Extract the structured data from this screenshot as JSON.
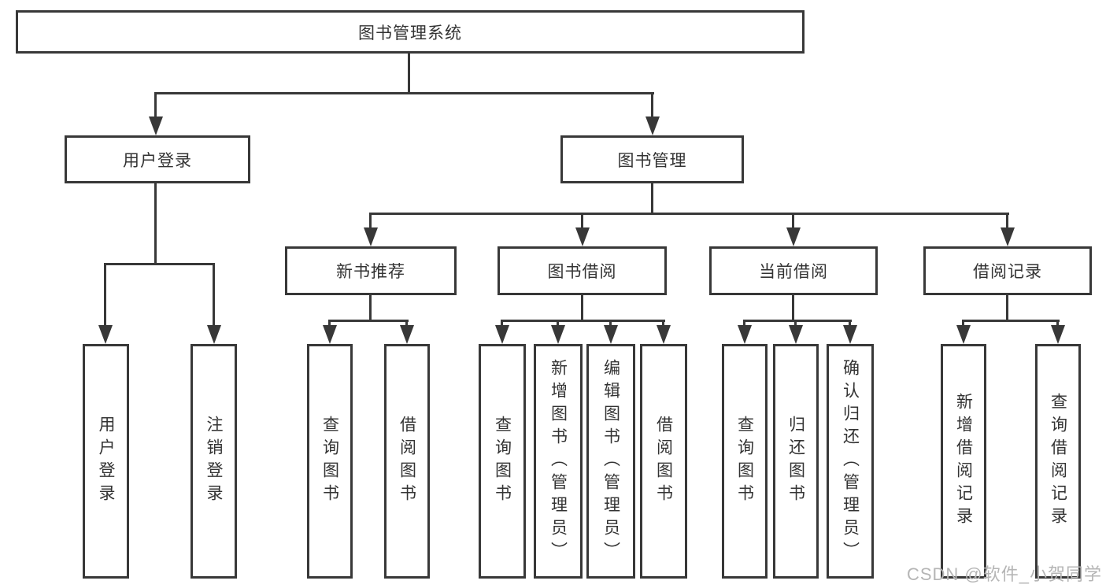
{
  "diagram": {
    "title": "图书管理系统",
    "type": "functional-structure-tree",
    "tree": {
      "label": "图书管理系统",
      "children": [
        {
          "label": "用户登录",
          "children": [
            {
              "label": "用户登录"
            },
            {
              "label": "注销登录"
            }
          ]
        },
        {
          "label": "图书管理",
          "children": [
            {
              "label": "新书推荐",
              "children": [
                {
                  "label": "查询图书"
                },
                {
                  "label": "借阅图书"
                }
              ]
            },
            {
              "label": "图书借阅",
              "children": [
                {
                  "label": "查询图书"
                },
                {
                  "label": "新增图书（管理员）"
                },
                {
                  "label": "编辑图书（管理员）"
                },
                {
                  "label": "借阅图书"
                }
              ]
            },
            {
              "label": "当前借阅",
              "children": [
                {
                  "label": "查询图书"
                },
                {
                  "label": "归还图书"
                },
                {
                  "label": "确认归还（管理员）"
                }
              ]
            },
            {
              "label": "借阅记录",
              "children": [
                {
                  "label": "新增借阅记录"
                },
                {
                  "label": "查询借阅记录"
                }
              ]
            }
          ]
        }
      ]
    }
  },
  "watermark": {
    "text": "CSDN @软件_小贺同学"
  },
  "colors": {
    "line": "#383838",
    "text": "#333333",
    "watermark": "#b5b5b5",
    "background": "#ffffff"
  }
}
